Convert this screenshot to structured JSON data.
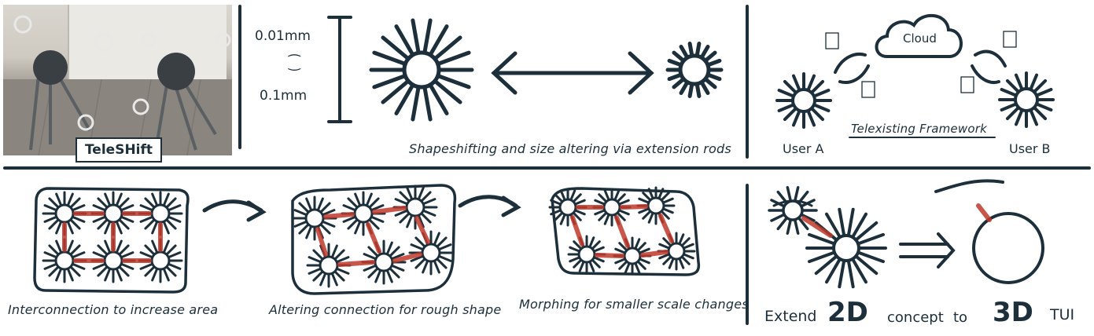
{
  "photo": {
    "label": "TeleSHift"
  },
  "scale": {
    "top": "0.01mm",
    "sep": "⁐",
    "bottom": "0.1mm"
  },
  "captions": {
    "shapeshift": "Shapeshifting and size altering via extension rods",
    "interconnection": "Interconnection to increase area",
    "altering": "Altering connection for rough shape",
    "morphing": "Morphing for smaller scale changes"
  },
  "framework": {
    "cloud": "Cloud",
    "title": "Telexisting Framework",
    "user_a": "User A",
    "user_b": "User B"
  },
  "extend": {
    "extend_word": "Extend",
    "two_d": "2D",
    "concept": "concept",
    "to": "to",
    "three_d": "3D",
    "tui": "TUI"
  },
  "colors": {
    "ink": "#1c2f3a",
    "link": "#c0392b",
    "photo_floor": "#8a857e"
  }
}
